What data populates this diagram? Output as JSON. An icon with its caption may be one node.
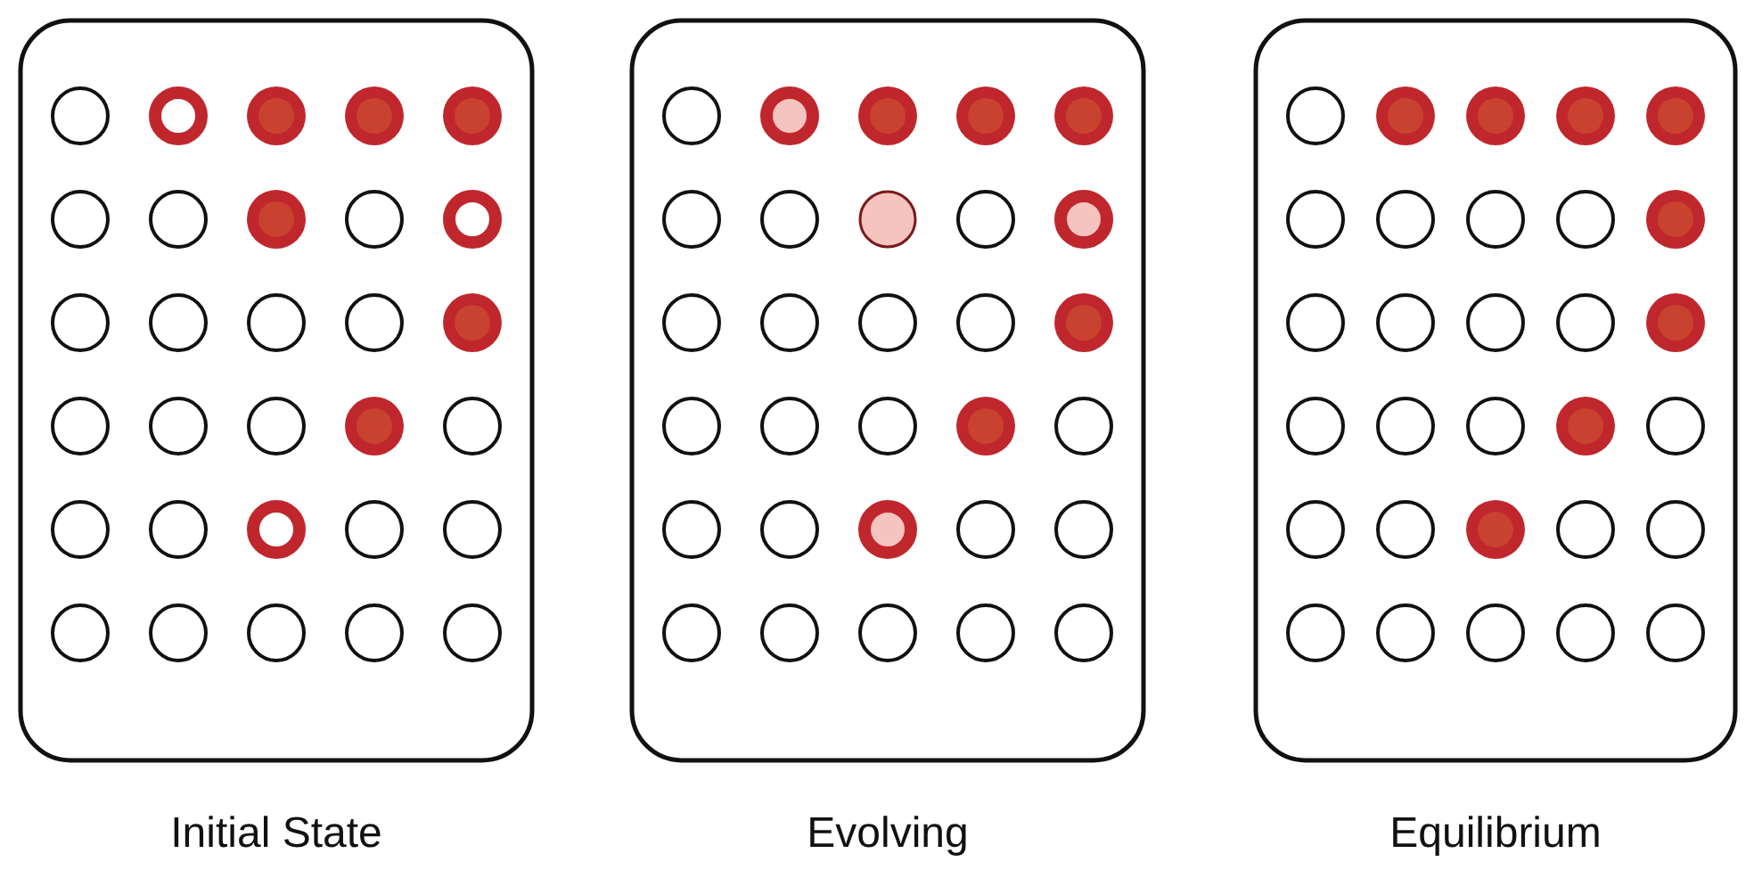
{
  "diagram": {
    "nodes": [
      {
        "text": [
          "Initial State"
        ]
      },
      {
        "text": [
          "Evolving"
        ]
      },
      {
        "text": [
          "Equilibrium"
        ]
      }
    ]
  }
}
